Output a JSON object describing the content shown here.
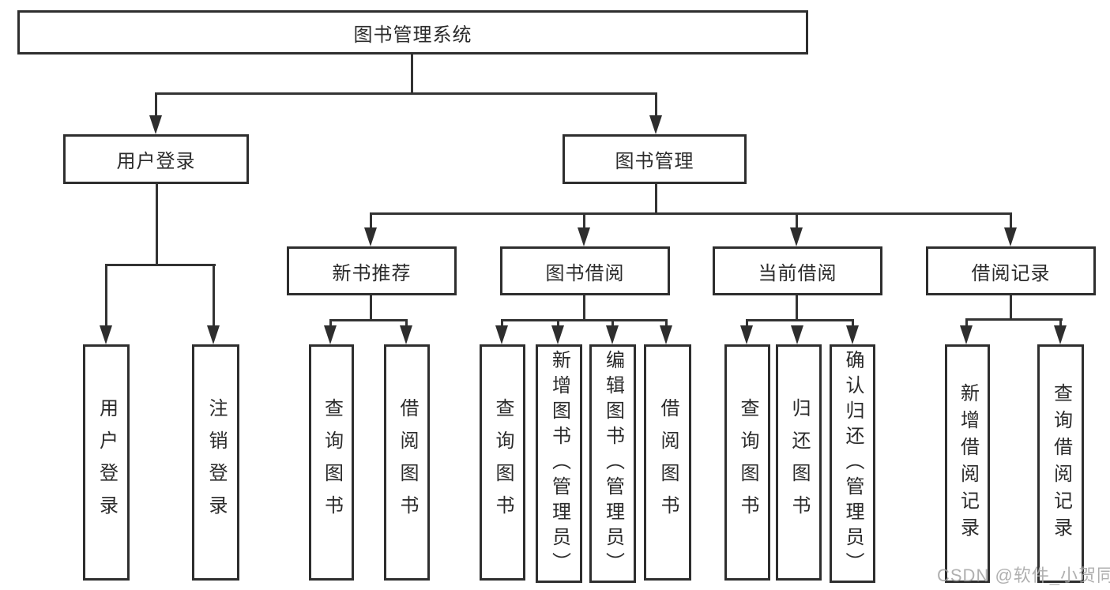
{
  "diagram": {
    "title": "图书管理系统",
    "branches": [
      {
        "label": "用户登录",
        "children": [
          {
            "label": "用户登录"
          },
          {
            "label": "注销登录"
          }
        ]
      },
      {
        "label": "图书管理",
        "children": [
          {
            "label": "新书推荐",
            "children": [
              {
                "label": "查询图书"
              },
              {
                "label": "借阅图书"
              }
            ]
          },
          {
            "label": "图书借阅",
            "children": [
              {
                "label": "查询图书"
              },
              {
                "label": "新增图书（管理员）"
              },
              {
                "label": "编辑图书（管理员）"
              },
              {
                "label": "借阅图书"
              }
            ]
          },
          {
            "label": "当前借阅",
            "children": [
              {
                "label": "查询图书"
              },
              {
                "label": "归还图书"
              },
              {
                "label": "确认归还（管理员）"
              }
            ]
          },
          {
            "label": "借阅记录",
            "children": [
              {
                "label": "新增借阅记录"
              },
              {
                "label": "查询借阅记录"
              }
            ]
          }
        ]
      }
    ]
  },
  "watermark": {
    "text": "CSDN @软件_小贺同学"
  },
  "colors": {
    "line": "#333333",
    "box_border": "#2e2e2e",
    "text": "#2b2b2b",
    "watermark": "#a5a5a5",
    "background": "#ffffff"
  }
}
